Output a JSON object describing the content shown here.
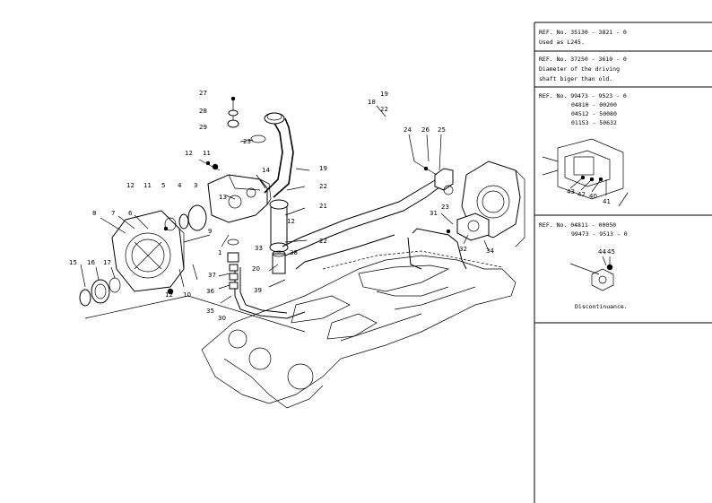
{
  "part_labels": [
    {
      "n": "27"
    },
    {
      "n": "28"
    },
    {
      "n": "29"
    },
    {
      "n": "23"
    },
    {
      "n": "12"
    },
    {
      "n": "11"
    },
    {
      "n": "14"
    },
    {
      "n": "13"
    },
    {
      "n": "19"
    },
    {
      "n": "22"
    },
    {
      "n": "21"
    },
    {
      "n": "12"
    },
    {
      "n": "22"
    },
    {
      "n": "38"
    },
    {
      "n": "20"
    },
    {
      "n": "39"
    },
    {
      "n": "33"
    },
    {
      "n": "1"
    },
    {
      "n": "9"
    },
    {
      "n": "37"
    },
    {
      "n": "36"
    },
    {
      "n": "35"
    },
    {
      "n": "30"
    },
    {
      "n": "12"
    },
    {
      "n": "10"
    },
    {
      "n": "8"
    },
    {
      "n": "7"
    },
    {
      "n": "6"
    },
    {
      "n": "12"
    },
    {
      "n": "11"
    },
    {
      "n": "5"
    },
    {
      "n": "4"
    },
    {
      "n": "3"
    },
    {
      "n": "15"
    },
    {
      "n": "16"
    },
    {
      "n": "17"
    },
    {
      "n": "24"
    },
    {
      "n": "26"
    },
    {
      "n": "25"
    },
    {
      "n": "23"
    },
    {
      "n": "31"
    },
    {
      "n": "32"
    },
    {
      "n": "34"
    },
    {
      "n": "18"
    },
    {
      "n": "19"
    },
    {
      "n": "22"
    }
  ],
  "sidebar": {
    "box1": {
      "ref": "REF. No. 35130 - 3821 - 0",
      "line1": "Used as L245."
    },
    "box2": {
      "ref": "REF. No. 37250 - 3610 - 0",
      "line1": "Diameter of the driving",
      "line2": "shaft biger than old."
    },
    "box3": {
      "ref": "REF. No. 99473 - 9523 - 0",
      "line1": "04810 - 00200",
      "line2": "04512 - 50080",
      "line3": "01153 - 50632",
      "callouts": [
        "43",
        "42",
        "40",
        "41"
      ]
    },
    "box4": {
      "ref": "REF. No. 04811 - 00050",
      "line1": "99473 - 9513 - 0",
      "callouts": [
        "44",
        "45"
      ],
      "note": "Discontinuance."
    }
  }
}
